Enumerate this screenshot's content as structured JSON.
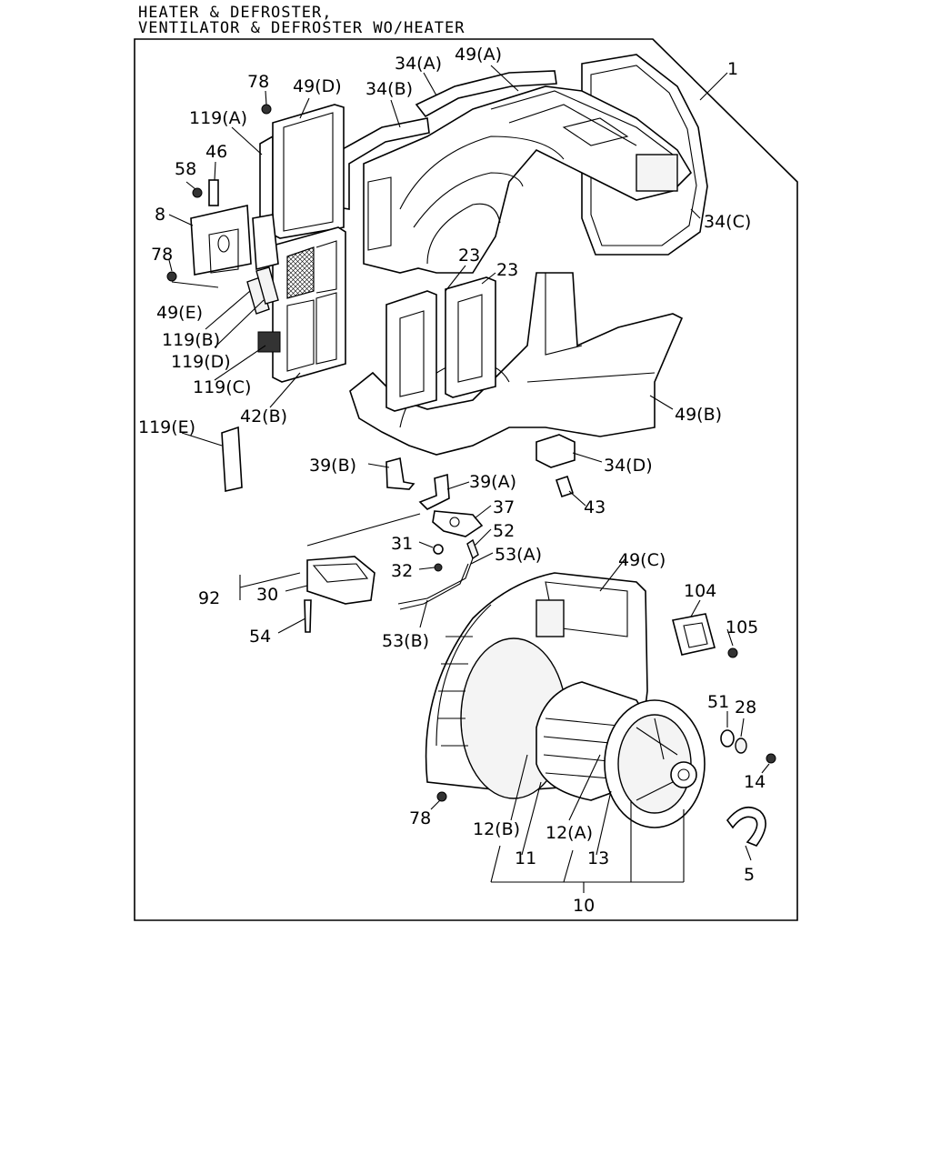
{
  "title": {
    "line1": "HEATER & DEFROSTER,",
    "line2": "VENTILATOR & DEFROSTER WO/HEATER"
  },
  "labels": {
    "p1": "1",
    "p34a": "34(A)",
    "p49a": "49(A)",
    "p78a": "78",
    "p49d": "49(D)",
    "p34b": "34(B)",
    "p119a": "119(A)",
    "p46": "46",
    "p58": "58",
    "p8": "8",
    "p34c": "34(C)",
    "p78b": "78",
    "p23a": "23",
    "p23b": "23",
    "p49e": "49(E)",
    "p119b": "119(B)",
    "p119d": "119(D)",
    "p119c": "119(C)",
    "p42b": "42(B)",
    "p49b": "49(B)",
    "p119e": "119(E)",
    "p39b": "39(B)",
    "p34d": "34(D)",
    "p39a": "39(A)",
    "p43": "43",
    "p37": "37",
    "p52": "52",
    "p31": "31",
    "p53a": "53(A)",
    "p32": "32",
    "p49c": "49(C)",
    "p92": "92",
    "p30": "30",
    "p104": "104",
    "p105": "105",
    "p54": "54",
    "p53b": "53(B)",
    "p51": "51",
    "p28": "28",
    "p14": "14",
    "p78c": "78",
    "p12b": "12(B)",
    "p12a": "12(A)",
    "p11": "11",
    "p13": "13",
    "p5": "5",
    "p10": "10"
  }
}
